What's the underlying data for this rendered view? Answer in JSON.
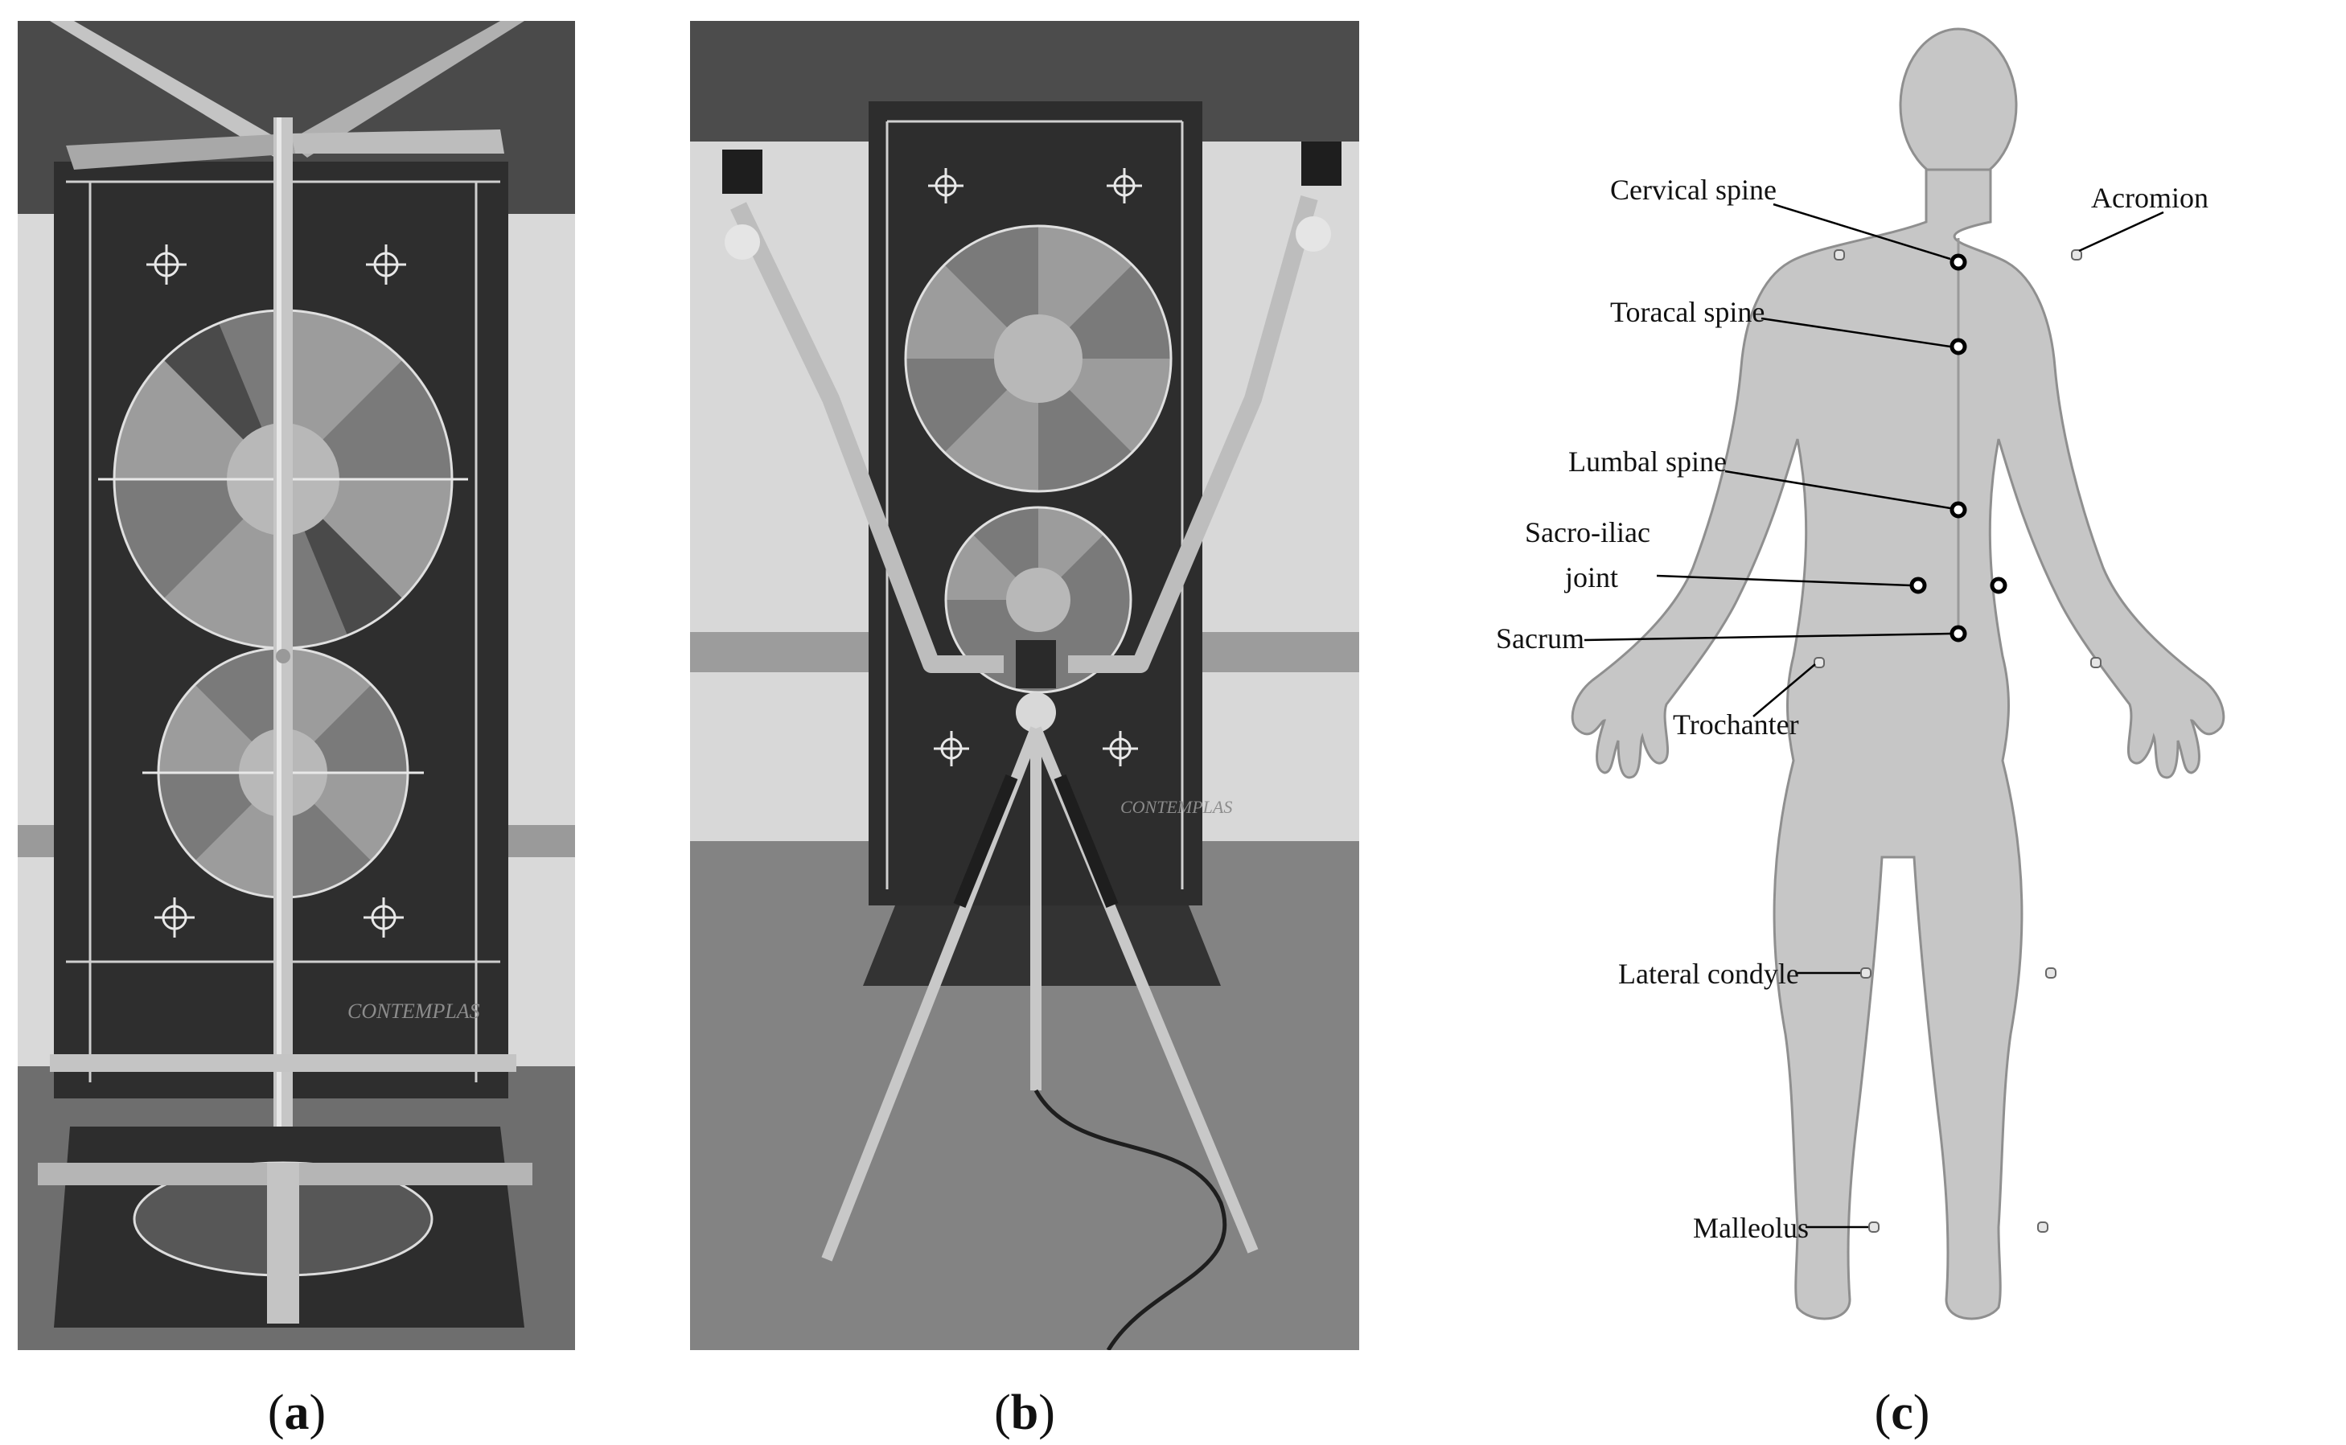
{
  "figure": {
    "panels": [
      {
        "id": "a",
        "caption_open": "(",
        "caption_letter": "a",
        "caption_close": ")",
        "content": "photo"
      },
      {
        "id": "b",
        "caption_open": "(",
        "caption_letter": "b",
        "caption_close": ")",
        "content": "photo"
      },
      {
        "id": "c",
        "caption_open": "(",
        "caption_letter": "c",
        "caption_close": ")",
        "content": "illustration"
      }
    ],
    "photo_a": {
      "logo_text": "CONTEMPLAS"
    },
    "photo_b": {
      "logo_text": "CONTEMPLAS"
    },
    "body_diagram": {
      "labels": {
        "cervical_spine": "Cervical spine",
        "acromion": "Acromion",
        "toracal_spine": "Toracal spine",
        "lumbal_spine": "Lumbal spine",
        "sacro_iliac_line1": "Sacro-iliac",
        "sacro_iliac_line2": "joint",
        "sacrum": "Sacrum",
        "trochanter": "Trochanter",
        "lateral_condyle": "Lateral condyle",
        "malleolus": "Malleolus"
      }
    },
    "colors": {
      "body_fill": "#c8c8c8",
      "board_dark": "#2e2e2e",
      "frame_metal": "#bdbdbd"
    }
  }
}
